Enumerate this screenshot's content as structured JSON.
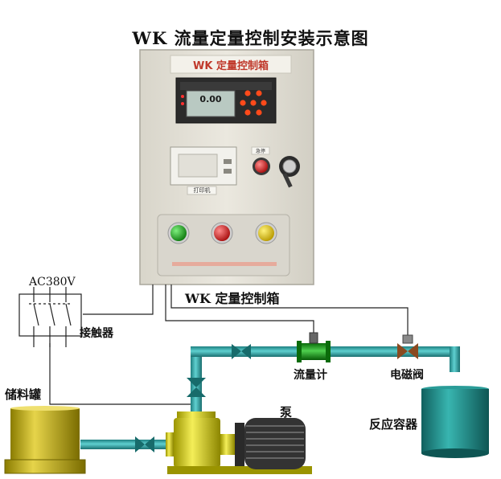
{
  "diagram": {
    "title": "WK 流量定量控制安装示意图",
    "cabinet": {
      "header_label": "WK 定量控制箱",
      "caption": "WK 定量控制箱",
      "display_reading": "0.00",
      "printer_label": "打印机",
      "stop_button_label": "急停"
    },
    "power_label": "AC380V",
    "contactor_label": "接触器",
    "tank_label": "储料罐",
    "pump_label": "泵",
    "flowmeter_label": "流量计",
    "valve_label": "电磁阀",
    "reactor_label": "反应容器",
    "colors": {
      "cabinet": "#e6e3d9",
      "pipe": "#2fa3a3",
      "tank": "#c8b400",
      "pump": "#e0d800",
      "reactor": "#1f8f8c",
      "button_green": "#1aa31a",
      "button_red": "#d81e1e",
      "button_yellow": "#e8c800"
    }
  }
}
